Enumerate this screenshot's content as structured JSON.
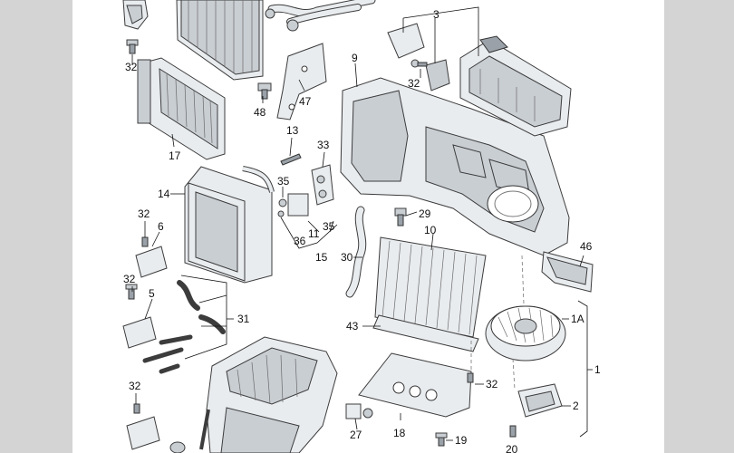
{
  "diagram": {
    "labels": [
      "3",
      "32",
      "9",
      "32",
      "47",
      "48",
      "17",
      "13",
      "33",
      "14",
      "35",
      "32",
      "6",
      "36",
      "11",
      "35",
      "29",
      "10",
      "15",
      "30",
      "46",
      "32",
      "5",
      "31",
      "43",
      "1A",
      "1",
      "32",
      "32",
      "18",
      "2",
      "27",
      "19",
      "20"
    ]
  },
  "colors": {
    "background": "#d4d4d4",
    "sheet": "#ffffff",
    "line": "#111111",
    "part": "#e9ecef"
  }
}
